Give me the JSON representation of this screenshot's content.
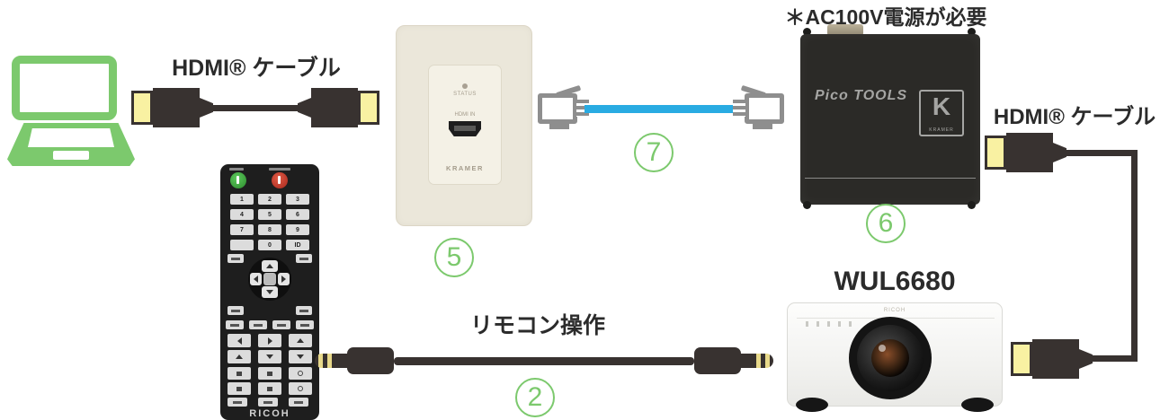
{
  "labels": {
    "hdmi_cable_left": "HDMI® ケーブル",
    "hdmi_cable_right": "HDMI® ケーブル",
    "ac_power_note": "＊AC100V電源が必要",
    "remote_operation": "リモコン操作"
  },
  "steps": {
    "wall_plate": "5",
    "lan_cable": "7",
    "extender": "6",
    "remote_cable": "2"
  },
  "wall_plate": {
    "status_label": "STATUS",
    "port_label": "HDMI IN",
    "brand": "KRAMER"
  },
  "extender": {
    "series_label": "Pico TOOLS",
    "logo_letter": "K",
    "brand": "KRAMER"
  },
  "remote": {
    "brand": "RICOH",
    "keys": [
      "1",
      "2",
      "3",
      "4",
      "5",
      "6",
      "7",
      "8",
      "9",
      "",
      "0",
      "ID"
    ]
  },
  "projector": {
    "model": "WUL6680",
    "brand": "RICOH"
  },
  "colors": {
    "accent_green": "#7CC96D",
    "lan_blue": "#29ABE2",
    "hdmi_yellow": "#F9F1A2",
    "cable_dark": "#383230"
  }
}
